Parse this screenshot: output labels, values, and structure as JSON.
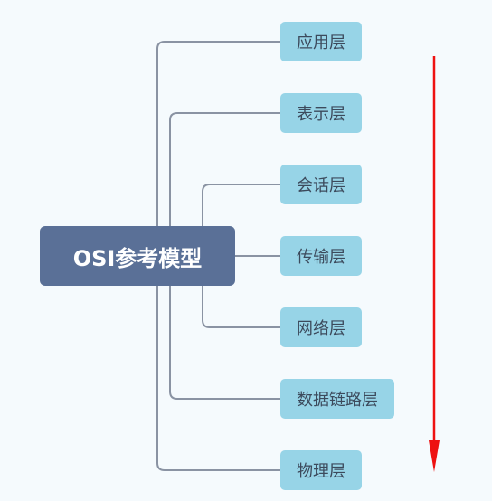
{
  "root": {
    "label": "OSI参考模型"
  },
  "layers": [
    {
      "label": "应用层"
    },
    {
      "label": "表示层"
    },
    {
      "label": "会话层"
    },
    {
      "label": "传输层"
    },
    {
      "label": "网络层"
    },
    {
      "label": "数据链路层"
    },
    {
      "label": "物理层"
    }
  ],
  "colors": {
    "background": "#f5fafd",
    "root_fill": "#5a7097",
    "node_fill": "#97d4e7",
    "connector": "#8a93a3",
    "arrow": "#ee1111"
  }
}
